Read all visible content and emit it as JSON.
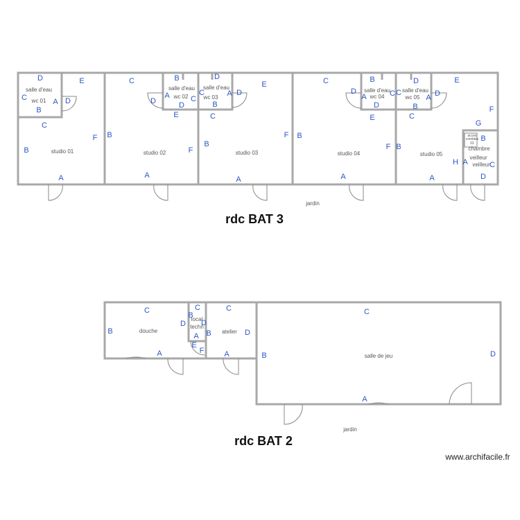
{
  "buildings": [
    {
      "title": "rdc BAT 3",
      "outside_label": "jardin",
      "rooms": [
        "salle d'eau",
        "wc 01",
        "studio 01",
        "salle d'eau",
        "wc 02",
        "salle d'eau",
        "wc 03",
        "studio 02",
        "studio 03",
        "salle d'eau",
        "wc 04",
        "salle d'eau",
        "wc 05",
        "studio 04",
        "studio 05",
        "chambre",
        "veilleur",
        "veilleur"
      ],
      "access_note": [
        "acces",
        "combles",
        "02"
      ]
    },
    {
      "title": "rdc BAT 2",
      "outside_label": "jardin",
      "rooms": [
        "douche",
        "local",
        "techn",
        "atelier",
        "salle de jeu"
      ]
    }
  ],
  "wall_letters": [
    "D",
    "E",
    "C",
    "A",
    "D",
    "B",
    "C",
    "F",
    "B",
    "A",
    "C",
    "B",
    "D",
    "D",
    "A",
    "C",
    "C",
    "A",
    "D",
    "D",
    "B",
    "E",
    "E",
    "C",
    "B",
    "F",
    "B",
    "F",
    "A",
    "A",
    "C",
    "B",
    "D",
    "D",
    "A",
    "C",
    "C",
    "A",
    "D",
    "D",
    "B",
    "E",
    "C",
    "E",
    "F",
    "G",
    "B",
    "F",
    "B",
    "B",
    "H",
    "A",
    "C",
    "D",
    "A",
    "A",
    "C",
    "C",
    "C",
    "B",
    "D",
    "B",
    "D",
    "B",
    "D",
    "A",
    "E",
    "F",
    "A",
    "A",
    "B",
    "C",
    "D",
    "A"
  ],
  "watermark": "www.archifacile.fr",
  "colors": {
    "walls": "#a8a8a8",
    "letters": "#2a56c6"
  }
}
